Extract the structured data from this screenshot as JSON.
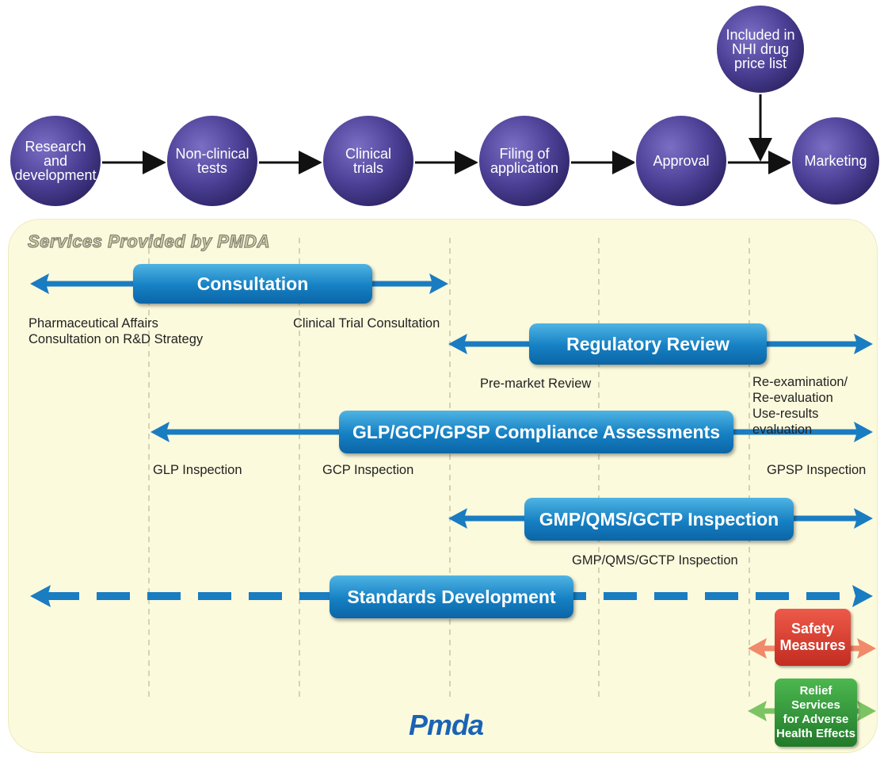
{
  "colors": {
    "circle": "#4a3f94",
    "arrow_blue": "#1a7cc1",
    "pill_blue": "#1580c3",
    "panel_bg": "#fcfadd",
    "safety_red": "#d63a2e",
    "relief_green": "#2e9a3a"
  },
  "process_steps": [
    {
      "label": "Research\nand\ndevelopment"
    },
    {
      "label": "Non-clinical\ntests"
    },
    {
      "label": "Clinical\ntrials"
    },
    {
      "label": "Filing of\napplication"
    },
    {
      "label": "Approval"
    },
    {
      "label": "Marketing"
    }
  ],
  "nhi_step": {
    "label": "Included in\nNHI drug\nprice list"
  },
  "panel": {
    "title": "Services Provided by PMDA"
  },
  "services": {
    "consultation": {
      "title": "Consultation",
      "labels": [
        "Pharmaceutical Affairs\nConsultation on R&D Strategy",
        "Clinical Trial Consultation"
      ]
    },
    "review": {
      "title": "Regulatory Review",
      "labels": [
        "Pre-market Review",
        "Re-examination/\nRe-evaluation\nUse-results evaluation"
      ]
    },
    "compliance": {
      "title": "GLP/GCP/GPSP Compliance Assessments",
      "labels": [
        "GLP Inspection",
        "GCP Inspection",
        "GPSP Inspection"
      ]
    },
    "gmp": {
      "title": "GMP/QMS/GCTP Inspection",
      "labels": [
        "GMP/QMS/GCTP Inspection"
      ]
    },
    "standards": {
      "title": "Standards Development"
    },
    "safety": {
      "title": "Safety\nMeasures"
    },
    "relief": {
      "title": "Relief Services\nfor Adverse\nHealth Effects"
    }
  },
  "logo": {
    "text": "Pmda"
  }
}
